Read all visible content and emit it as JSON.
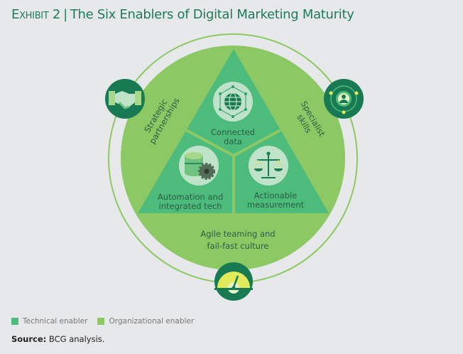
{
  "header": {
    "exhibit": "Exhibit 2",
    "separator": "|",
    "title": "The Six Enablers of Digital Marketing Maturity"
  },
  "diagram": {
    "technical": [
      {
        "label_lines": [
          "Connected",
          "data"
        ],
        "icon": "globe-network-icon"
      },
      {
        "label_lines": [
          "Automation and",
          "integrated tech"
        ],
        "icon": "database-gear-icon"
      },
      {
        "label_lines": [
          "Actionable",
          "measurement"
        ],
        "icon": "balance-scale-icon"
      }
    ],
    "organizational": [
      {
        "label_lines": [
          "Strategic",
          "partnerships"
        ],
        "icon": "handshake-icon"
      },
      {
        "label_lines": [
          "Specialist",
          "skills"
        ],
        "icon": "person-network-icon"
      },
      {
        "label_lines": [
          "Agile teaming and",
          "fail-fast culture"
        ],
        "icon": "speedometer-icon"
      }
    ]
  },
  "legend": [
    {
      "label": "Technical enabler",
      "color": "#4dbb7b"
    },
    {
      "label": "Organizational enabler",
      "color": "#8cc863"
    }
  ],
  "source": {
    "label": "Source:",
    "text": "BCG analysis."
  },
  "colors": {
    "org": "#8cc863",
    "tech": "#4dbb7b",
    "dark": "#177a52",
    "light": "#bfe3c9",
    "accent": "#e3ea5a"
  }
}
